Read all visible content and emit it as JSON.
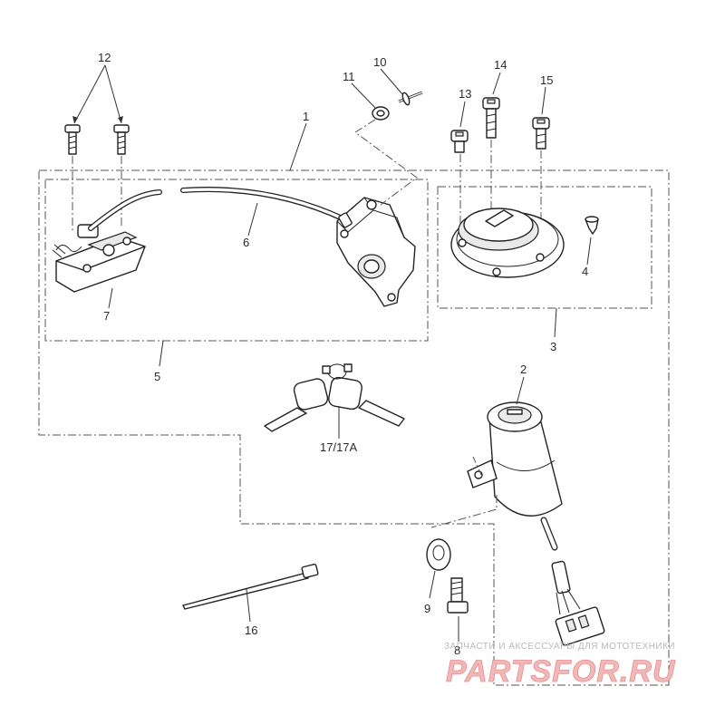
{
  "callouts": {
    "c1": "1",
    "c2": "2",
    "c3": "3",
    "c4": "4",
    "c5": "5",
    "c6": "6",
    "c7": "7",
    "c8": "8",
    "c9": "9",
    "c10": "10",
    "c11": "11",
    "c12": "12",
    "c13": "13",
    "c14": "14",
    "c15": "15",
    "c16": "16",
    "c17": "17/17A"
  },
  "watermark": {
    "tagline": "ЗАПЧАСТИ И АКСЕССУАРЫ ДЛЯ МОТОТЕХНИКИ",
    "brand": "PARTSFOR.RU"
  },
  "colors": {
    "line": "#222222",
    "watermark_red": "#e58f8f"
  }
}
